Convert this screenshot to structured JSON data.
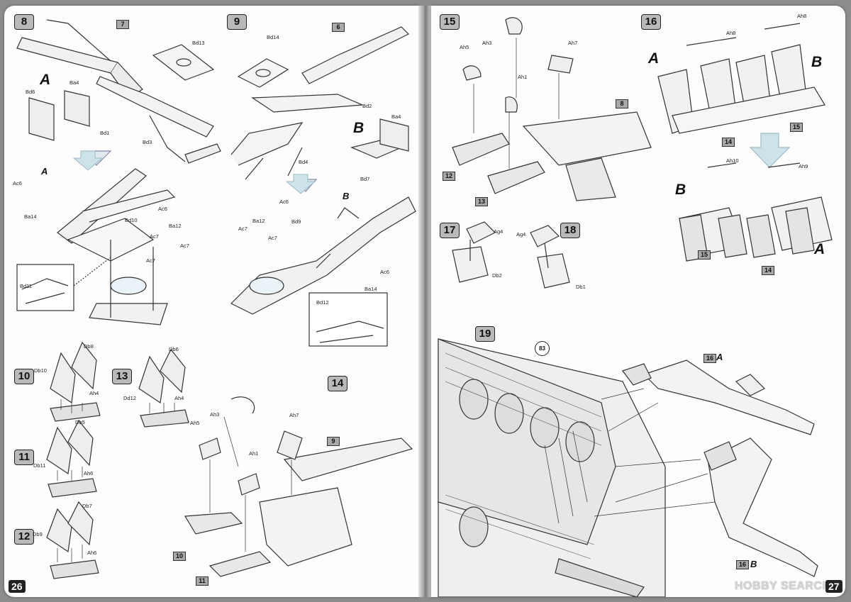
{
  "left_page": {
    "page_number": "26",
    "steps": [
      {
        "number": "8",
        "labels": [
          "Bd13",
          "Ba4",
          "Bd6",
          "Bd1",
          "Bd3"
        ],
        "ref": "7",
        "variant": "A",
        "sub_variant": "A",
        "sub_labels": [
          "Ac6",
          "Ba14",
          "Bd10",
          "Ac6",
          "Ba12",
          "Ac7",
          "Ac7",
          "Ac7",
          "Bd11"
        ]
      },
      {
        "number": "9",
        "labels": [
          "Bd14",
          "Bd2",
          "Ba4",
          "Bd7",
          "Bd4"
        ],
        "ref": "6",
        "variant": "B",
        "sub_variant": "B",
        "sub_labels": [
          "Ac6",
          "Ba12",
          "Bd9",
          "Ac7",
          "Ac7",
          "Ac6",
          "Ba14",
          "Bd12"
        ]
      },
      {
        "number": "10",
        "labels": [
          "Db8",
          "Db10",
          "Ah4"
        ]
      },
      {
        "number": "13",
        "labels": [
          "Db6",
          "Dd12",
          "Ah4"
        ]
      },
      {
        "number": "11",
        "labels": [
          "Db5",
          "Db11",
          "Ah6"
        ]
      },
      {
        "number": "12",
        "labels": [
          "Db7",
          "Db9",
          "Ah6"
        ]
      },
      {
        "number": "14",
        "labels": [
          "Ah3",
          "Ah7",
          "Ah5",
          "Ah1"
        ],
        "refs": [
          "9",
          "10",
          "11"
        ]
      }
    ]
  },
  "right_page": {
    "page_number": "27",
    "steps": [
      {
        "number": "15",
        "labels": [
          "Ah3",
          "Ah7",
          "Ah5",
          "Ah1"
        ],
        "refs": [
          "8",
          "12",
          "13"
        ]
      },
      {
        "number": "16",
        "labels": [
          "Ah8",
          "Ah8",
          "Ah10",
          "Ah9"
        ],
        "variants": [
          "A",
          "B",
          "B",
          "A"
        ],
        "refs": [
          "14",
          "15",
          "15",
          "14"
        ]
      },
      {
        "number": "17",
        "labels": [
          "Ag4",
          "Db2"
        ]
      },
      {
        "number": "18",
        "labels": [
          "Ag4",
          "Db1"
        ]
      },
      {
        "number": "19",
        "circle_ref": "83",
        "refs": [
          "16",
          "16"
        ],
        "variants": [
          "A",
          "B"
        ]
      }
    ],
    "watermark": "HOBBY SEARCH"
  }
}
